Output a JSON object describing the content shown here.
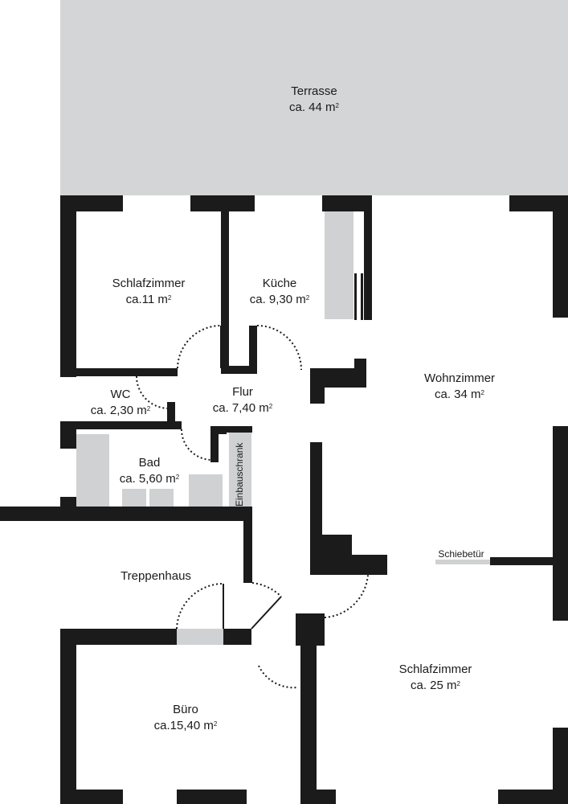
{
  "rooms": {
    "terrasse": {
      "name": "Terrasse",
      "area": "ca. 44 m",
      "unit_sup": "2"
    },
    "schlafzimmer1": {
      "name": "Schlafzimmer",
      "area": "ca.11 m",
      "unit_sup": "2"
    },
    "kueche": {
      "name": "Küche",
      "area": "ca. 9,30 m",
      "unit_sup": "2"
    },
    "wohnzimmer": {
      "name": "Wohnzimmer",
      "area": "ca. 34 m",
      "unit_sup": "2"
    },
    "wc": {
      "name": "WC",
      "area": "ca. 2,30 m",
      "unit_sup": "2"
    },
    "flur": {
      "name": "Flur",
      "area": "ca. 7,40 m",
      "unit_sup": "2"
    },
    "bad": {
      "name": "Bad",
      "area": "ca. 5,60 m",
      "unit_sup": "2"
    },
    "treppenhaus": {
      "name": "Treppenhaus"
    },
    "schlafzimmer2": {
      "name": "Schlafzimmer",
      "area": "ca. 25 m",
      "unit_sup": "2"
    },
    "buero": {
      "name": "Büro",
      "area": "ca.15,40 m",
      "unit_sup": "2"
    }
  },
  "fixtures": {
    "einbauschrank": "Einbauschrank",
    "schiebetuer": "Schiebetür"
  },
  "colors": {
    "wall": "#1b1b1b",
    "fixture_gray": "#cfd1d2",
    "terrace_gray": "#d3d5d6",
    "background": "#ffffff"
  }
}
